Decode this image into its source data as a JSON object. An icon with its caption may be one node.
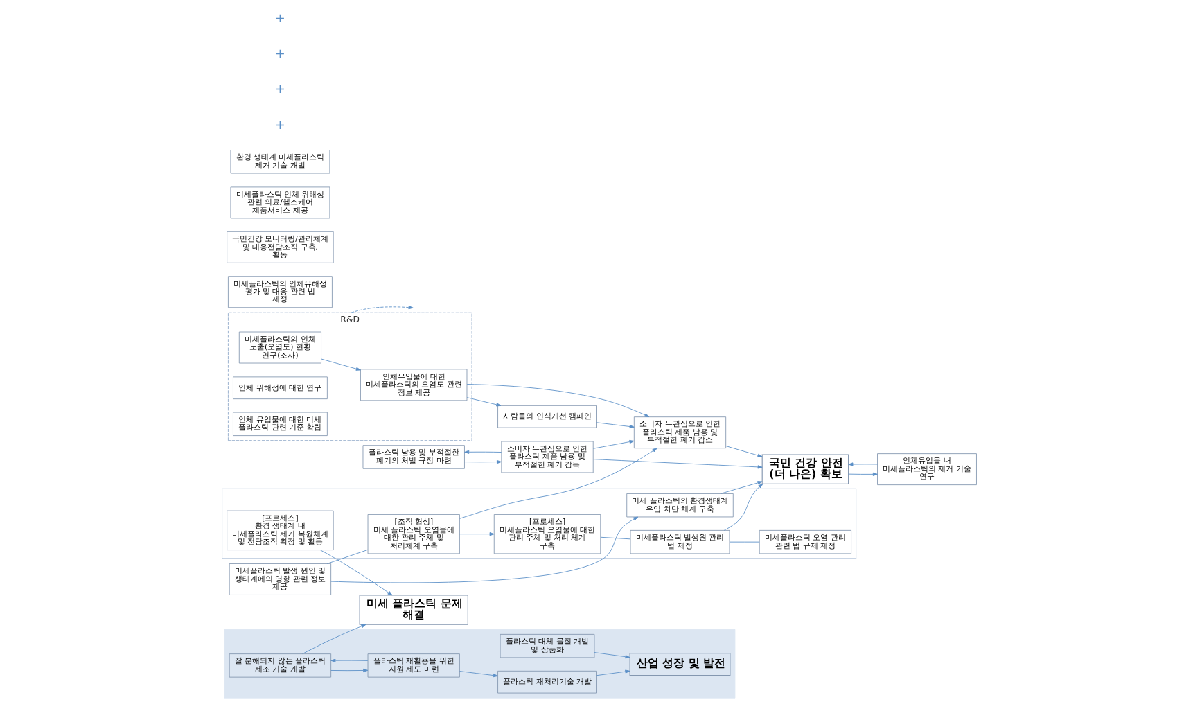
{
  "diagram": {
    "nodes": [
      {
        "text": [
          "R&D"
        ]
      },
      {
        "text": [
          "미세플라스틱의 인체 노출(오염도) 현황 연구(조사)"
        ],
        "in": 0
      },
      {
        "text": [
          "인체유입물에 대한 미세플라스틱의 오염도 관련 정보 제공"
        ],
        "in": 0
      },
      {
        "text": [
          "인체 위해성에 대한 연구"
        ],
        "in": 0
      },
      {
        "text": [
          "인체 유입물에 대한 미세 플라스틱 관련 기준 확립"
        ],
        "in": 0
      },
      {
        "text": [
          "사람들의 인식개선 캠페인"
        ]
      },
      {
        "text": [
          "소비자 무관심으로 인한 플라스틱 제품 남용 및 부적절한 폐기 감소"
        ]
      },
      {
        "text": [
          "플라스틱 남용 및 부적절한 폐기의 처벌 규정 마련"
        ]
      },
      {
        "text": [
          "소비자 무관심으로 인한 플라스틱 제품 남용 및 부적절한 폐기 감독"
        ]
      },
      {
        "text": [
          "미세플라스틱의 인체유해성 평가 및 대응 관련 법 제정"
        ]
      },
      {
        "text": [
          "국민건강 모니터링/관리체계 및 대응전담조직 구축, 활동"
        ]
      },
      {
        "text": [
          "미세플라스틱 인체 위해성 관련 의료/헬스케어 제품서비스 제공"
        ]
      },
      {
        "text": [
          "국민 건강 안전 (더 나은) 확보"
        ]
      },
      {
        "text": [
          "환경 생태계 미세플라스틱 제거 기술 개발"
        ]
      },
      {
        "text": [
          "인체유입물 내 미세플라스틱의 제거 기술 연구"
        ]
      },
      {
        "text": [],
        "shape": "box"
      },
      {
        "text": [
          "[조직 형성]",
          "미세 플라스틱 오염물에 대한 관리 주체 및 처리체계 구축"
        ],
        "in": 15
      },
      {
        "text": [
          "[프로세스]",
          "미세플라스틱 오염물에 대한 관리 주체 및 처리 체계 구축"
        ],
        "in": 15
      },
      {
        "text": [
          "미세플라스틱 발생원 관리 법 제정"
        ],
        "in": 15
      },
      {
        "text": [
          "미세플라스틱 오염 관리 관련 법 규제 제정"
        ],
        "in": 15
      },
      {
        "text": [
          "미세플라스틱 발생 원인 및 생태계에의 영향 관련 정보 제공"
        ]
      },
      {
        "text": [
          "미세 플라스틱의 환경생태계 유입 차단 체계 구축"
        ],
        "in": 15
      },
      {
        "text": [
          "[프로세스]",
          "환경 생태계 내 미세플라스틱 제거 복원체계 및 전담조직 확정 및 활동"
        ],
        "in": 15
      },
      {
        "text": [],
        "shape": "star"
      },
      {
        "text": [
          "미세 플라스틱 문제 해결"
        ]
      },
      {
        "text": [
          "산업 성장 및 발전"
        ],
        "in": 23
      },
      {
        "text": [
          "플라스틱 대체 물질 개발 및 상품화"
        ],
        "in": 23
      },
      {
        "text": [
          "플라스틱 재처리기술 개발"
        ],
        "in": 23
      },
      {
        "text": [
          "잘 분해되지 않는 플라스틱 제조 기술 개발"
        ],
        "in": 23
      },
      {
        "text": [
          "플라스틱 재활용을 위한 지원 제도 마련"
        ],
        "in": 23
      }
    ],
    "edges": [
      {
        "from": 1,
        "to": 2,
        "arrow": "to"
      },
      {
        "from": 2,
        "to": 5,
        "arrow": "to"
      },
      {
        "from": 2,
        "to": 6,
        "arrow": "to"
      },
      {
        "from": 5,
        "to": 6,
        "arrow": "to"
      },
      {
        "from": 0,
        "to": null,
        "arrow": "to",
        "style": "dashed"
      },
      {
        "from": 7,
        "to": 8,
        "arrow": "to"
      },
      {
        "from": 8,
        "to": 7,
        "arrow": "to"
      },
      {
        "from": 8,
        "to": 6,
        "arrow": "to"
      },
      {
        "from": 8,
        "to": 12,
        "arrow": "to"
      },
      {
        "from": 6,
        "to": 12,
        "arrow": "to"
      },
      {
        "from": 14,
        "to": 12,
        "arrow": "to"
      },
      {
        "from": 12,
        "to": 14,
        "arrow": "to"
      },
      {
        "from": 16,
        "to": 6,
        "arrow": "to"
      },
      {
        "from": 18,
        "to": 12,
        "arrow": "to"
      },
      {
        "from": 21,
        "to": 12,
        "arrow": "to"
      },
      {
        "from": 22,
        "to": 24,
        "arrow": "to"
      },
      {
        "from": 20,
        "to": 16,
        "arrow": "none"
      },
      {
        "from": 20,
        "to": 21,
        "arrow": "to"
      },
      {
        "from": 16,
        "to": 17,
        "arrow": "to"
      },
      {
        "from": 17,
        "to": 18,
        "arrow": "none"
      },
      {
        "from": 18,
        "to": 19,
        "arrow": "none"
      },
      {
        "from": 26,
        "to": 25,
        "arrow": "to"
      },
      {
        "from": 27,
        "to": 25,
        "arrow": "to"
      },
      {
        "from": 28,
        "to": 24,
        "arrow": "to"
      },
      {
        "from": 29,
        "to": 27,
        "arrow": "to"
      },
      {
        "from": 29,
        "to": 28,
        "arrow": "to"
      },
      {
        "from": 28,
        "to": 29,
        "arrow": "to"
      }
    ],
    "labels": [
      "+",
      "+",
      "+",
      "+"
    ]
  }
}
